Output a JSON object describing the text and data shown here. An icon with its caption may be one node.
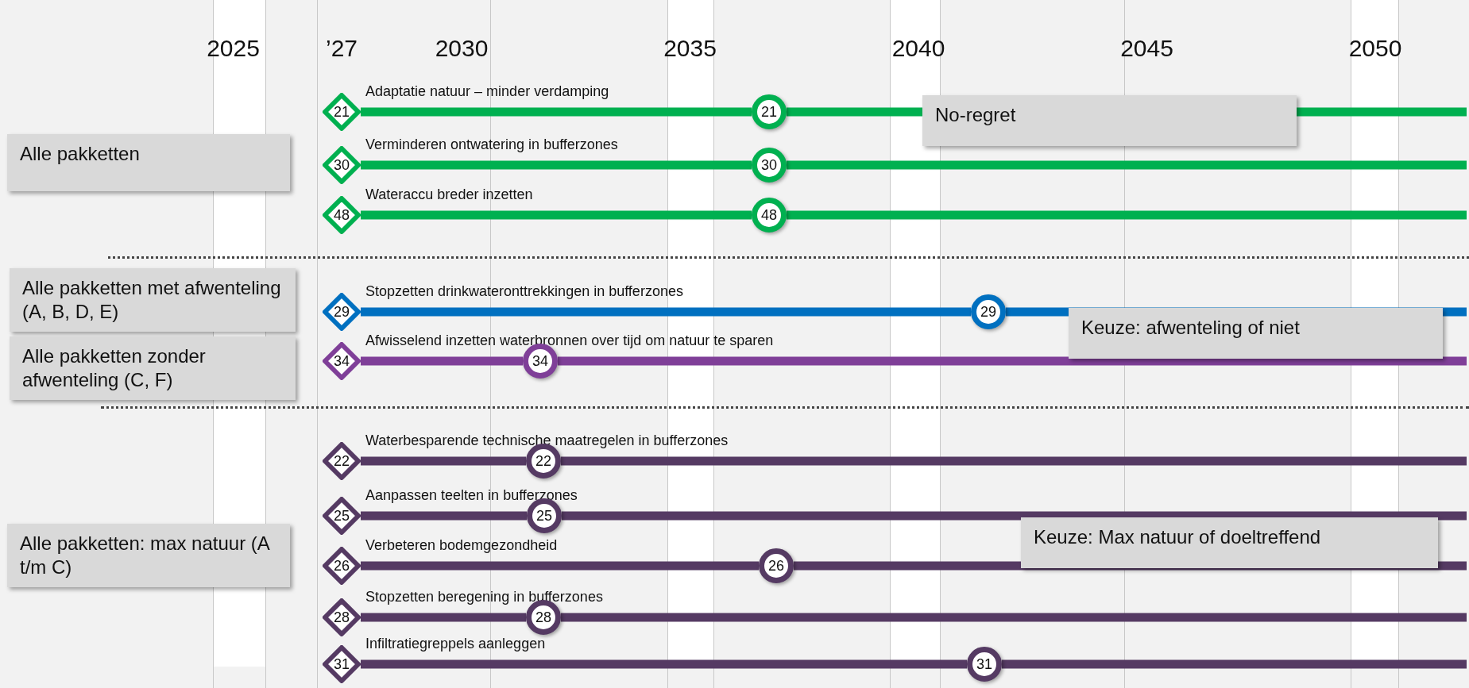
{
  "diagram": {
    "nodes": [
      {
        "text": [
          "Alle pakketten"
        ]
      },
      {
        "text": [
          "No-regret"
        ]
      },
      {
        "text": [
          "21"
        ],
        "beside": [
          "Adaptatie natuur – minder verdamping"
        ]
      },
      {
        "text": [
          "21"
        ]
      },
      {
        "text": [
          "30"
        ],
        "beside": [
          "Verminderen ontwatering in bufferzones"
        ]
      },
      {
        "text": [
          "30"
        ]
      },
      {
        "text": [
          "48"
        ],
        "beside": [
          "Wateraccu breder inzetten"
        ]
      },
      {
        "text": [
          "48"
        ]
      },
      {
        "text": [
          "Alle pakketten met afwenteling (A, B, D, E)"
        ]
      },
      {
        "text": [
          "Alle pakketten zonder afwenteling (C, F)"
        ]
      },
      {
        "text": [
          "Keuze: afwenteling of niet"
        ]
      },
      {
        "text": [
          "29"
        ],
        "beside": [
          "Stopzetten drinkwateronttrekkingen in bufferzones"
        ]
      },
      {
        "text": [
          "29"
        ]
      },
      {
        "text": [
          "34"
        ],
        "beside": [
          "Afwisselend inzetten waterbronnen over tijd om natuur te sparen"
        ]
      },
      {
        "text": [
          "34"
        ]
      },
      {
        "text": [
          "Alle pakketten: max natuur (A t/m C)"
        ]
      },
      {
        "text": [
          "Keuze: Max natuur of doeltreffend"
        ]
      },
      {
        "text": [
          "22"
        ],
        "beside": [
          "Waterbesparende technische maatregelen in bufferzones"
        ]
      },
      {
        "text": [
          "22"
        ]
      },
      {
        "text": [
          "25"
        ],
        "beside": [
          "Aanpassen teelten in bufferzones"
        ]
      },
      {
        "text": [
          "25"
        ]
      },
      {
        "text": [
          "26"
        ],
        "beside": [
          "Verbeteren bodemgezondheid"
        ]
      },
      {
        "text": [
          "26"
        ]
      },
      {
        "text": [
          "28"
        ],
        "beside": [
          "Stopzetten beregening in bufferzones"
        ]
      },
      {
        "text": [
          "28"
        ]
      },
      {
        "text": [
          "31"
        ],
        "beside": [
          "Infiltratiegreppels aanleggen"
        ]
      },
      {
        "text": [
          "31"
        ]
      }
    ],
    "edges": [
      {
        "from": 2,
        "to": 3,
        "arrow": "none",
        "color": "#00b050"
      },
      {
        "from": 3,
        "to": null,
        "arrow": "none",
        "color": "#00b050"
      },
      {
        "from": 4,
        "to": 5,
        "arrow": "none",
        "color": "#00b050"
      },
      {
        "from": 5,
        "to": null,
        "arrow": "none",
        "color": "#00b050"
      },
      {
        "from": 6,
        "to": 7,
        "arrow": "none",
        "color": "#00b050"
      },
      {
        "from": 7,
        "to": null,
        "arrow": "none",
        "color": "#00b050"
      },
      {
        "from": 11,
        "to": 12,
        "arrow": "none",
        "color": "#0070c0"
      },
      {
        "from": 12,
        "to": null,
        "arrow": "none",
        "color": "#0070c0"
      },
      {
        "from": 13,
        "to": 14,
        "arrow": "none",
        "color": "#7f3f98"
      },
      {
        "from": 14,
        "to": null,
        "arrow": "none",
        "color": "#7f3f98"
      },
      {
        "from": 17,
        "to": 18,
        "arrow": "none"
      },
      {
        "from": 18,
        "to": null,
        "arrow": "none"
      },
      {
        "from": 19,
        "to": 20,
        "arrow": "none"
      },
      {
        "from": 20,
        "to": null,
        "arrow": "none"
      },
      {
        "from": 21,
        "to": 22,
        "arrow": "none"
      },
      {
        "from": 22,
        "to": null,
        "arrow": "none"
      },
      {
        "from": 23,
        "to": 24,
        "arrow": "none"
      },
      {
        "from": 24,
        "to": null,
        "arrow": "none"
      },
      {
        "from": 25,
        "to": 26,
        "arrow": "none"
      },
      {
        "from": 26,
        "to": null,
        "arrow": "none"
      }
    ],
    "labels": [
      "2025",
      "’27",
      "2030",
      "2035",
      "2040",
      "2045",
      "2050"
    ]
  }
}
